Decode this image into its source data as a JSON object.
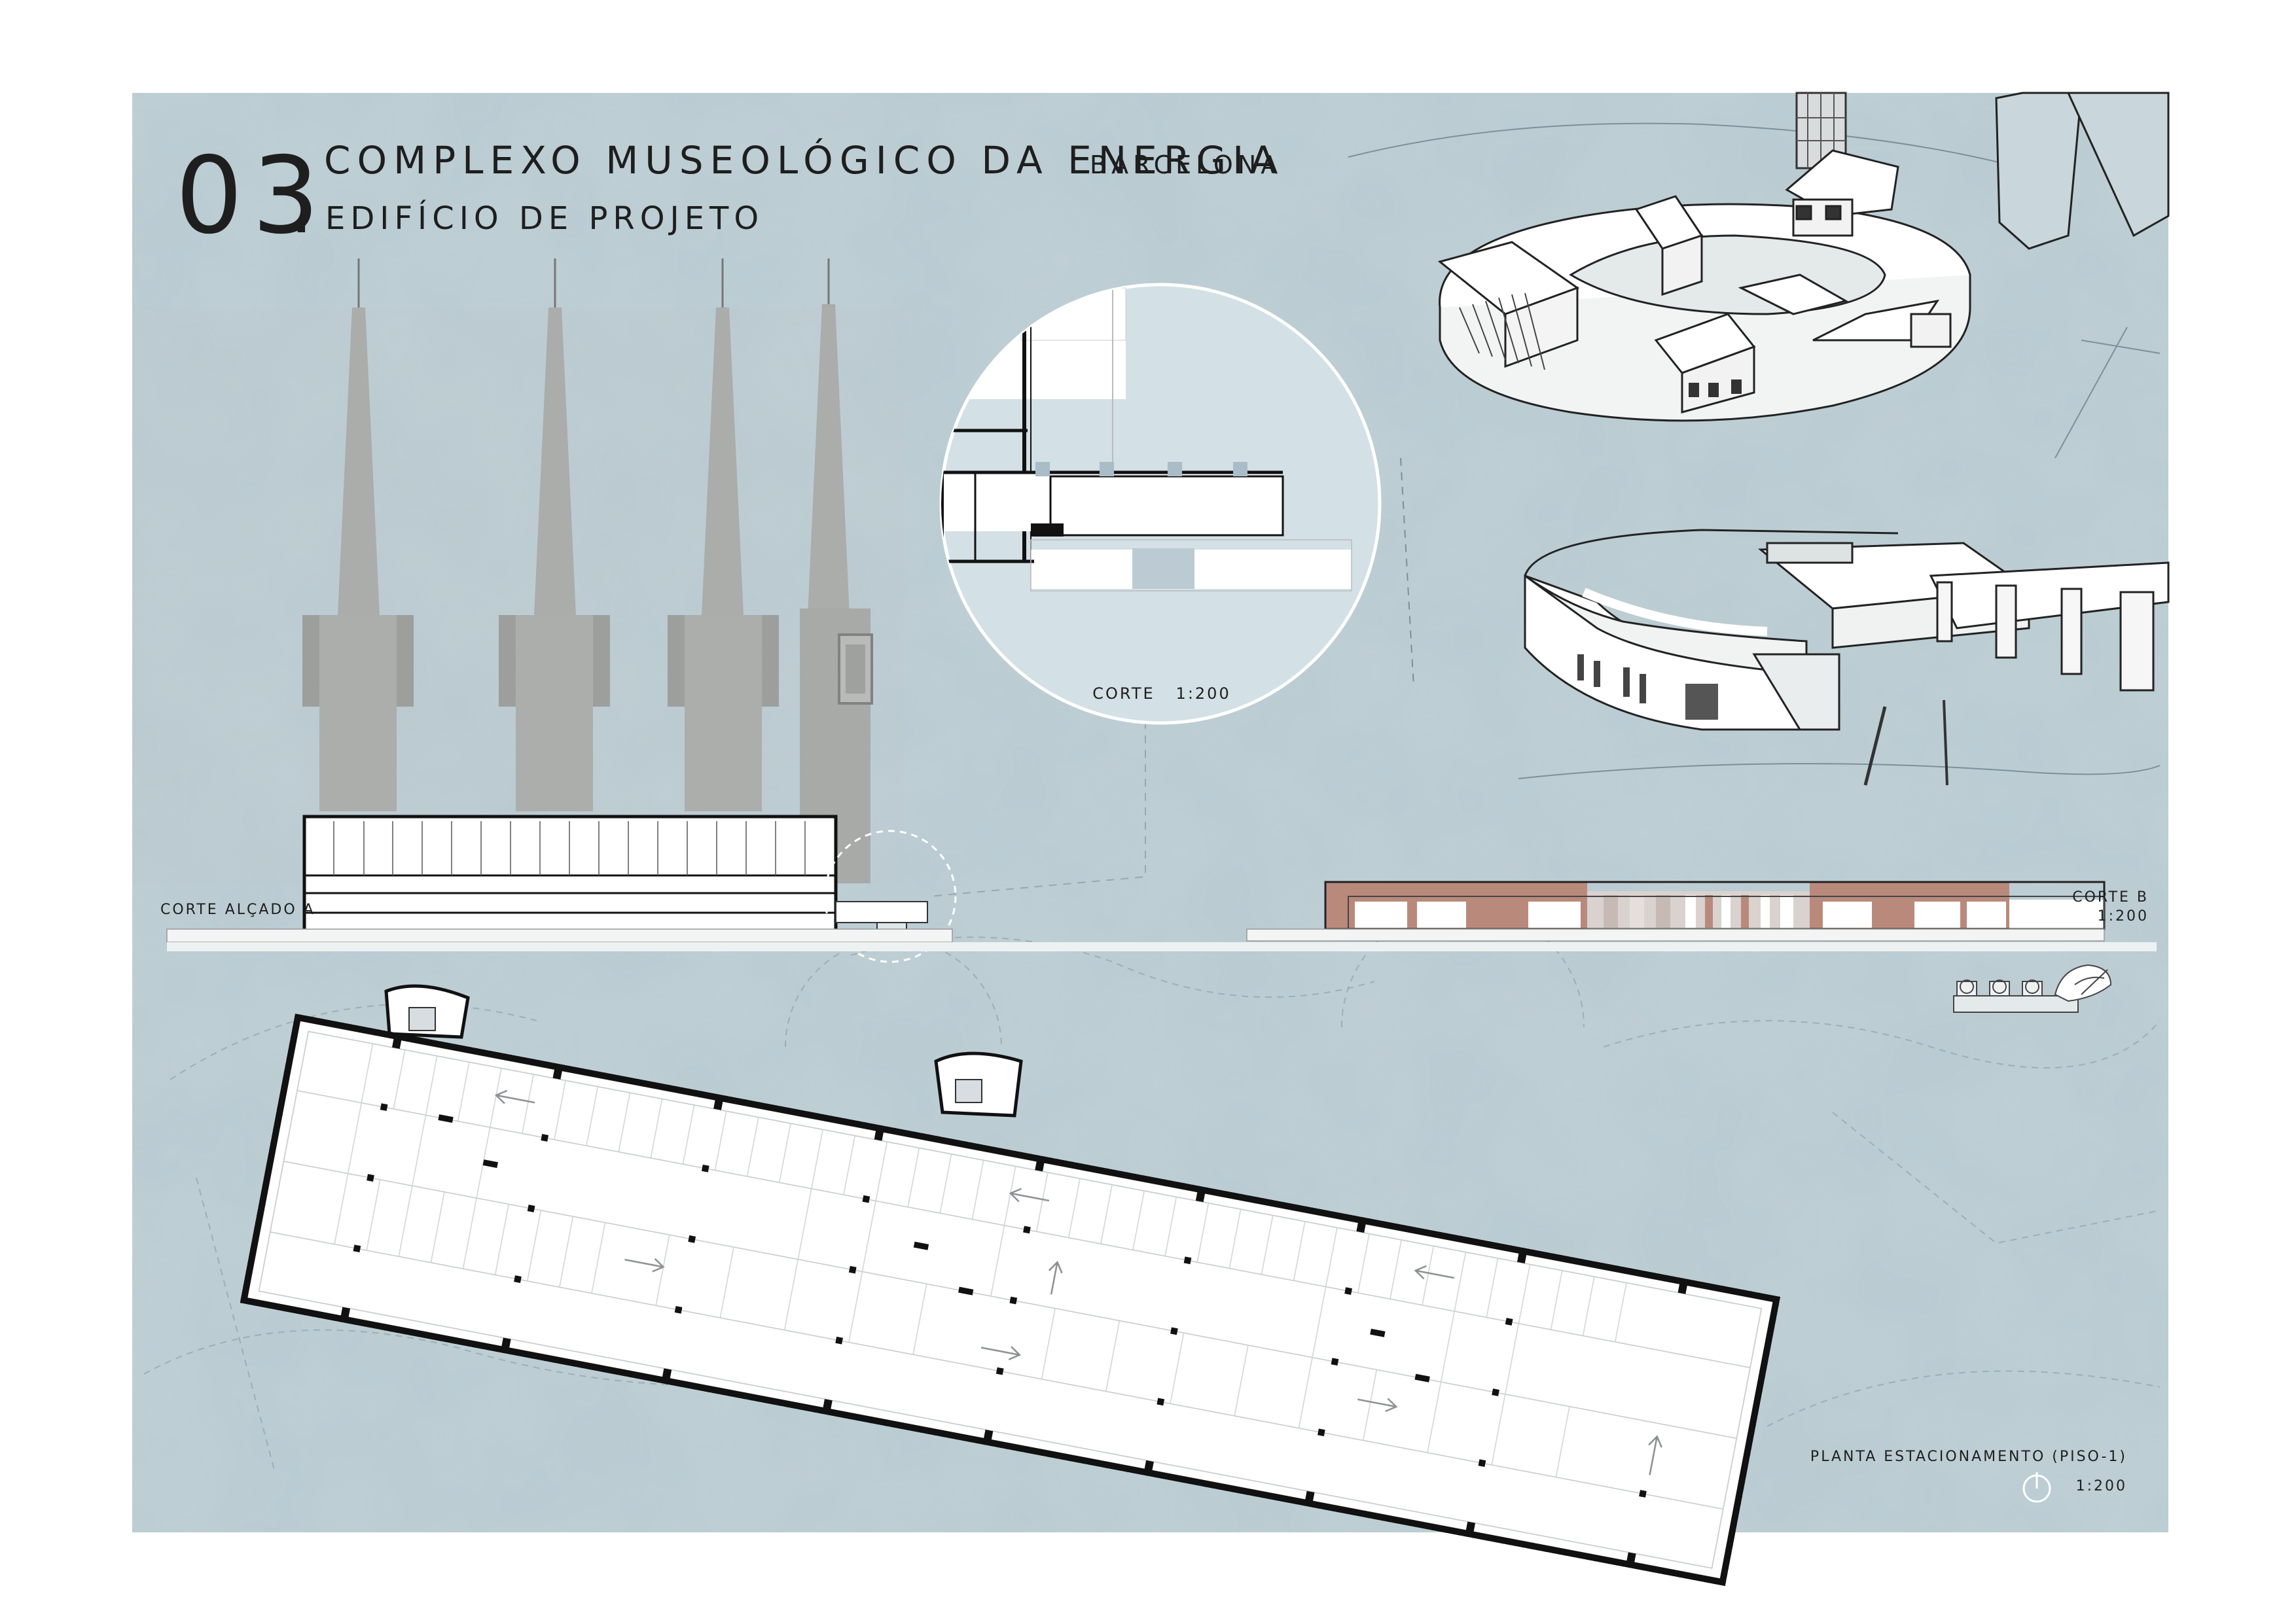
{
  "header": {
    "number": "03",
    "dot": ".",
    "title": "COMPLEXO MUSEOLÓGICO DA ENERGIA",
    "city": "BARCELONA",
    "subtitle": "EDIFÍCIO DE PROJETO"
  },
  "labels": {
    "section_detail": "CORTE   1:200",
    "section_elevation_a": "CORTE ALÇADO A",
    "section_b": "CORTE B",
    "section_b_scale": "1:200",
    "parking_plan": "PLANTA ESTACIONAMENTO (PISO-1)",
    "parking_scale": "1:200"
  },
  "colors": {
    "board_background": "#b9cad1",
    "drawing_fill": "#ffffff",
    "line": "#111111",
    "chimney_concrete": "#a9aba9",
    "brick": "#b98a7c",
    "circle_fill": "#d3e0e5"
  },
  "icons": {
    "north_arrow": "north-arrow-icon",
    "key_plan": "key-plan-icon"
  }
}
